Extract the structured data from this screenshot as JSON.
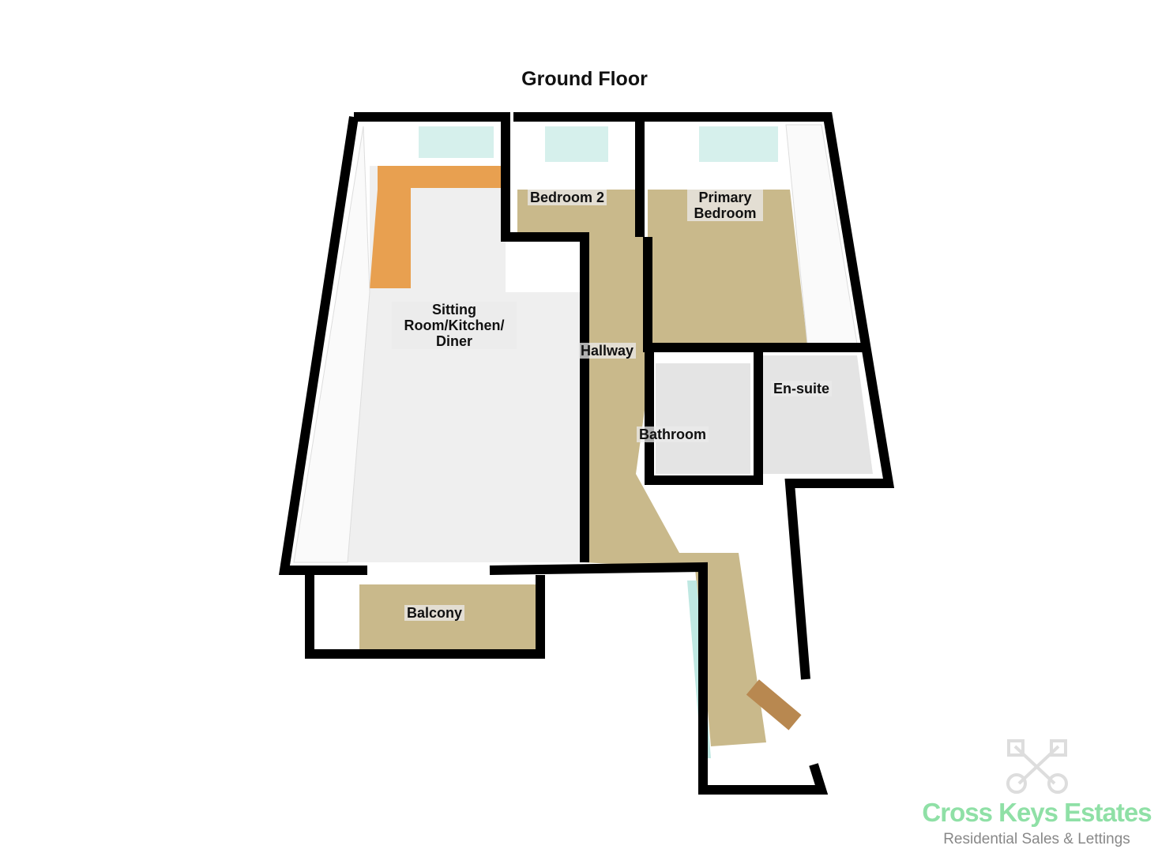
{
  "title": "Ground Floor",
  "rooms": {
    "sitting": "Sitting Room/Kitchen/ Diner",
    "bedroom2": "Bedroom 2",
    "primary": "Primary Bedroom",
    "hallway": "Hallway",
    "ensuite": "En-suite",
    "bathroom": "Bathroom",
    "balcony": "Balcony"
  },
  "logo": {
    "name": "Cross Keys Estates",
    "tagline": "Residential Sales & Lettings",
    "icon": "crossed-keys-icon",
    "color": "#8fe0a6"
  },
  "colors": {
    "wall": "#000000",
    "carpet": "#c9b98b",
    "tile": "#eeeeee",
    "worktop": "#e8a050"
  }
}
